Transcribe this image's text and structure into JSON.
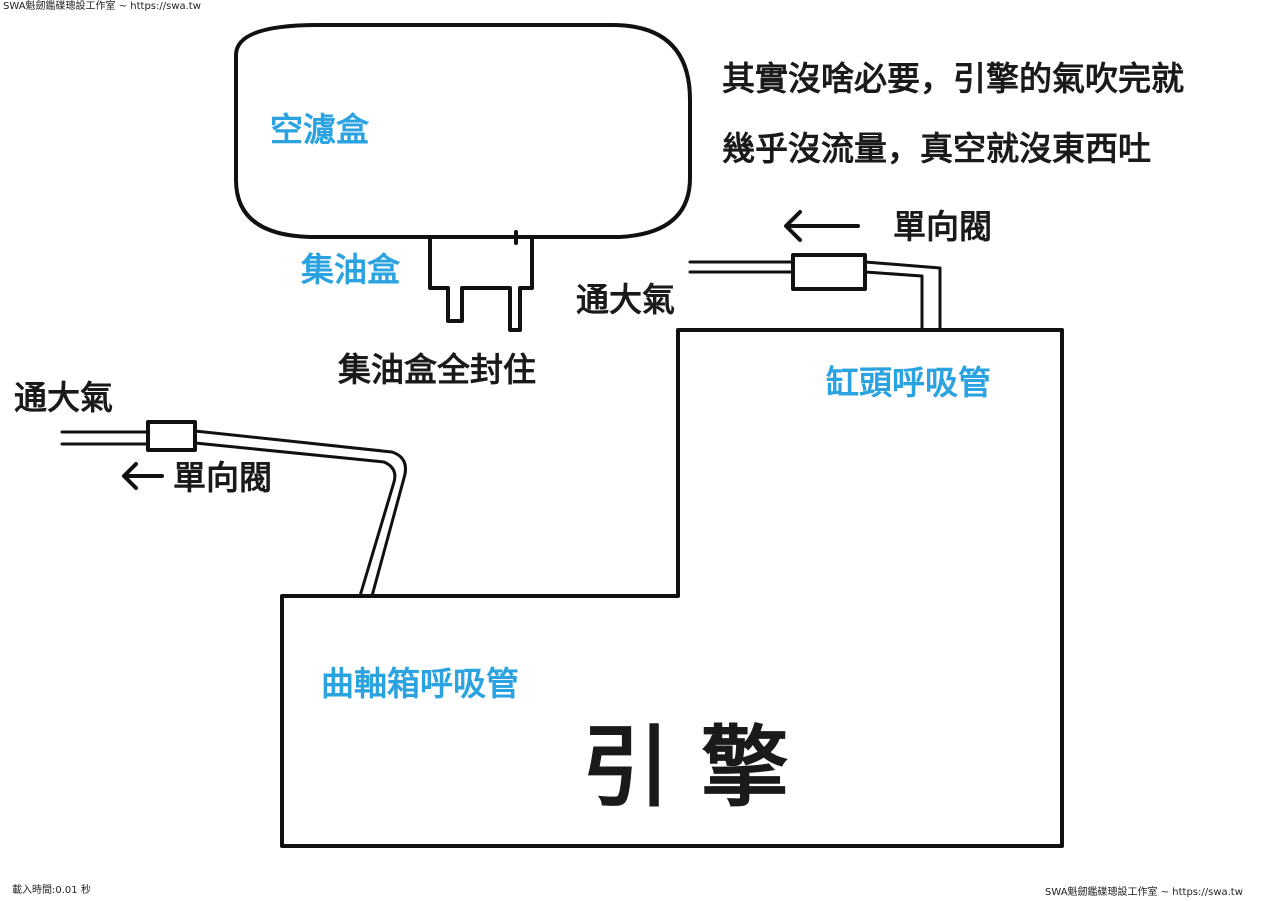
{
  "watermark_top": "SWA魁劒鑑碟璁設工作室 ~ https://swa.tw",
  "watermark_bottom_left": "載入時間:0.01 秒",
  "watermark_bottom_right": "SWA魁劒鑑碟璁設工作室 ~ https://swa.tw",
  "note_line1": "其實沒啥必要，引擎的氣吹完就",
  "note_line2": "幾乎沒流量，真空就沒東西吐",
  "air_filter_label": "空濾盒",
  "oil_catch_label": "集油盒",
  "oil_catch_sealed": "集油盒全封住",
  "vent_right_label": "通大氣",
  "vent_left_label": "通大氣",
  "check_valve_right_label": "單向閥",
  "check_valve_left_label": "單向閥",
  "head_breather_label": "缸頭呼吸管",
  "crankcase_breather_label": "曲軸箱呼吸管",
  "engine_label": "引 擎",
  "colors": {
    "blue_label": "#2aa3e0",
    "line": "#111111"
  }
}
